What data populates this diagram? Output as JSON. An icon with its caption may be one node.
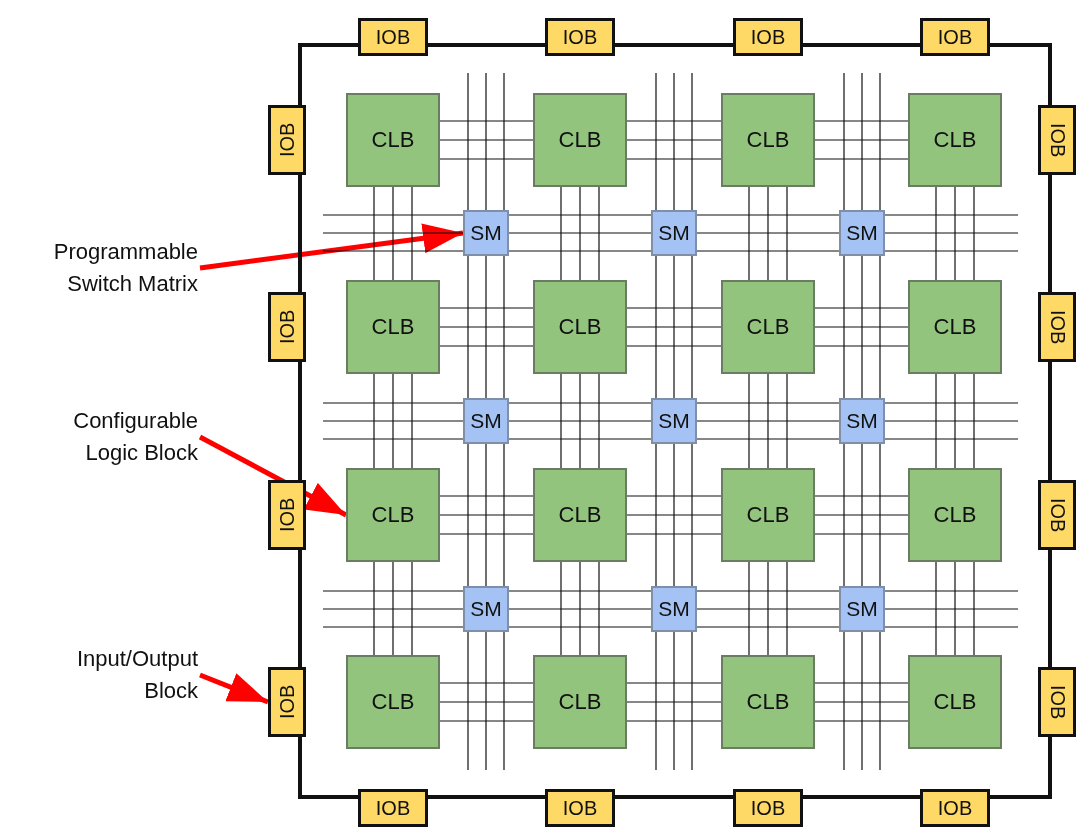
{
  "diagram": {
    "nodes": [
      {
        "text": [
          "IOB"
        ]
      },
      {
        "text": [
          "IOB"
        ]
      },
      {
        "text": [
          "IOB"
        ]
      },
      {
        "text": [
          "IOB"
        ]
      },
      {
        "text": [
          "IOB"
        ]
      },
      {
        "text": [
          "CLB"
        ]
      },
      {
        "text": [
          "CLB"
        ]
      },
      {
        "text": [
          "CLB"
        ]
      },
      {
        "text": [
          "CLB"
        ]
      },
      {
        "text": [
          "IOB"
        ]
      },
      {
        "text": [
          "SM"
        ]
      },
      {
        "text": [
          "SM"
        ]
      },
      {
        "text": [
          "SM"
        ]
      },
      {
        "text": [
          "IOB"
        ]
      },
      {
        "text": [
          "CLB"
        ]
      },
      {
        "text": [
          "CLB"
        ]
      },
      {
        "text": [
          "CLB"
        ]
      },
      {
        "text": [
          "CLB"
        ]
      },
      {
        "text": [
          "IOB"
        ]
      },
      {
        "text": [
          "SM"
        ]
      },
      {
        "text": [
          "SM"
        ]
      },
      {
        "text": [
          "SM"
        ]
      },
      {
        "text": [
          "IOB"
        ]
      },
      {
        "text": [
          "CLB"
        ]
      },
      {
        "text": [
          "CLB"
        ]
      },
      {
        "text": [
          "CLB"
        ]
      },
      {
        "text": [
          "CLB"
        ]
      },
      {
        "text": [
          "IOB"
        ]
      },
      {
        "text": [
          "SM"
        ]
      },
      {
        "text": [
          "SM"
        ]
      },
      {
        "text": [
          "SM"
        ]
      },
      {
        "text": [
          "IOB"
        ]
      },
      {
        "text": [
          "CLB"
        ]
      },
      {
        "text": [
          "CLB"
        ]
      },
      {
        "text": [
          "CLB"
        ]
      },
      {
        "text": [
          "CLB"
        ]
      },
      {
        "text": [
          "IOB"
        ]
      },
      {
        "text": [
          "IOB"
        ]
      },
      {
        "text": [
          "IOB"
        ]
      },
      {
        "text": [
          "IOB"
        ]
      },
      {
        "text": [
          "IOB"
        ]
      },
      {
        "text": [
          "Programmable Switch Matrix"
        ]
      },
      {
        "text": [
          "Configurable Logic Block"
        ]
      },
      {
        "text": [
          "Input/Output Block"
        ]
      }
    ],
    "edges": [
      {
        "from": 41,
        "to": 10,
        "arrow": "to",
        "style": "thick",
        "color": "#ff0000"
      },
      {
        "from": 42,
        "to": 23,
        "arrow": "to",
        "style": "thick",
        "color": "#ff0000"
      },
      {
        "from": 43,
        "to": 31,
        "arrow": "to",
        "style": "thick",
        "color": "#ff0000"
      },
      {
        "from": 5,
        "to": 6,
        "arrow": "none"
      },
      {
        "from": 6,
        "to": 7,
        "arrow": "none"
      },
      {
        "from": 7,
        "to": 8,
        "arrow": "none"
      },
      {
        "from": 14,
        "to": 15,
        "arrow": "none"
      },
      {
        "from": 15,
        "to": 16,
        "arrow": "none"
      },
      {
        "from": 16,
        "to": 17,
        "arrow": "none"
      },
      {
        "from": 23,
        "to": 24,
        "arrow": "none"
      },
      {
        "from": 24,
        "to": 25,
        "arrow": "none"
      },
      {
        "from": 25,
        "to": 26,
        "arrow": "none"
      },
      {
        "from": 32,
        "to": 33,
        "arrow": "none"
      },
      {
        "from": 33,
        "to": 34,
        "arrow": "none"
      },
      {
        "from": 34,
        "to": 35,
        "arrow": "none"
      },
      {
        "from": 5,
        "to": 14,
        "arrow": "none"
      },
      {
        "from": 6,
        "to": 15,
        "arrow": "none"
      },
      {
        "from": 7,
        "to": 16,
        "arrow": "none"
      },
      {
        "from": 8,
        "to": 17,
        "arrow": "none"
      },
      {
        "from": 14,
        "to": 23,
        "arrow": "none"
      },
      {
        "from": 15,
        "to": 24,
        "arrow": "none"
      },
      {
        "from": 16,
        "to": 25,
        "arrow": "none"
      },
      {
        "from": 17,
        "to": 26,
        "arrow": "none"
      },
      {
        "from": 23,
        "to": 32,
        "arrow": "none"
      },
      {
        "from": 24,
        "to": 33,
        "arrow": "none"
      },
      {
        "from": 25,
        "to": 34,
        "arrow": "none"
      },
      {
        "from": 26,
        "to": 35,
        "arrow": "none"
      },
      {
        "from": null,
        "to": 10,
        "arrow": "none"
      },
      {
        "from": 10,
        "to": 11,
        "arrow": "none"
      },
      {
        "from": 11,
        "to": 12,
        "arrow": "none"
      },
      {
        "from": 12,
        "to": null,
        "arrow": "none"
      },
      {
        "from": null,
        "to": 19,
        "arrow": "none"
      },
      {
        "from": 19,
        "to": 20,
        "arrow": "none"
      },
      {
        "from": 20,
        "to": 21,
        "arrow": "none"
      },
      {
        "from": 21,
        "to": null,
        "arrow": "none"
      },
      {
        "from": null,
        "to": 28,
        "arrow": "none"
      },
      {
        "from": 28,
        "to": 29,
        "arrow": "none"
      },
      {
        "from": 29,
        "to": 30,
        "arrow": "none"
      },
      {
        "from": 30,
        "to": null,
        "arrow": "none"
      },
      {
        "from": null,
        "to": 10,
        "arrow": "none"
      },
      {
        "from": 10,
        "to": 19,
        "arrow": "none"
      },
      {
        "from": 19,
        "to": 28,
        "arrow": "none"
      },
      {
        "from": 28,
        "to": null,
        "arrow": "none"
      },
      {
        "from": null,
        "to": 11,
        "arrow": "none"
      },
      {
        "from": 11,
        "to": 20,
        "arrow": "none"
      },
      {
        "from": 20,
        "to": 29,
        "arrow": "none"
      },
      {
        "from": 29,
        "to": null,
        "arrow": "none"
      },
      {
        "from": null,
        "to": 12,
        "arrow": "none"
      },
      {
        "from": 12,
        "to": 21,
        "arrow": "none"
      },
      {
        "from": 21,
        "to": 30,
        "arrow": "none"
      },
      {
        "from": 30,
        "to": null,
        "arrow": "none"
      },
      {
        "from": 0,
        "to": 1,
        "arrow": "none",
        "style": "thick"
      },
      {
        "from": 1,
        "to": 2,
        "arrow": "none",
        "style": "thick"
      },
      {
        "from": 2,
        "to": 3,
        "arrow": "none",
        "style": "thick"
      },
      {
        "from": 3,
        "to": 9,
        "arrow": "none",
        "style": "thick"
      },
      {
        "from": 9,
        "to": 18,
        "arrow": "none",
        "style": "thick"
      },
      {
        "from": 18,
        "to": 27,
        "arrow": "none",
        "style": "thick"
      },
      {
        "from": 27,
        "to": 36,
        "arrow": "none",
        "style": "thick"
      },
      {
        "from": 36,
        "to": 40,
        "arrow": "none",
        "style": "thick"
      },
      {
        "from": 40,
        "to": 39,
        "arrow": "none",
        "style": "thick"
      },
      {
        "from": 39,
        "to": 38,
        "arrow": "none",
        "style": "thick"
      },
      {
        "from": 38,
        "to": 37,
        "arrow": "none",
        "style": "thick"
      },
      {
        "from": 37,
        "to": 31,
        "arrow": "none",
        "style": "thick"
      },
      {
        "from": 31,
        "to": 22,
        "arrow": "none",
        "style": "thick"
      },
      {
        "from": 22,
        "to": 13,
        "arrow": "none",
        "style": "thick"
      },
      {
        "from": 13,
        "to": 4,
        "arrow": "none",
        "style": "thick"
      },
      {
        "from": 4,
        "to": 0,
        "arrow": "none",
        "style": "thick"
      }
    ]
  }
}
